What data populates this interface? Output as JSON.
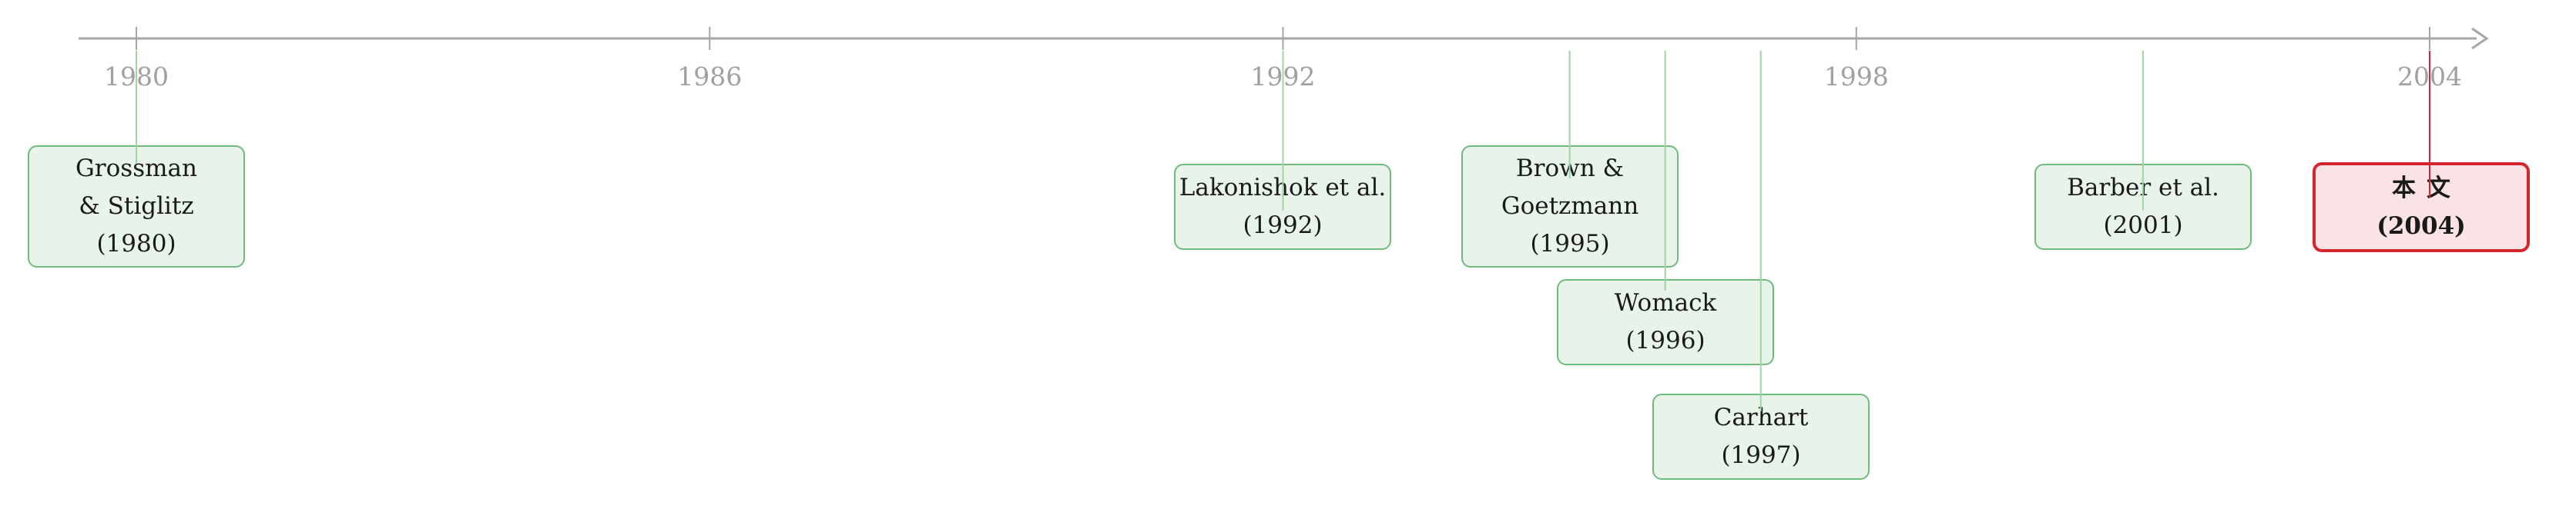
{
  "colors": {
    "axis": "#a6a6a6",
    "year_label": "#a0a0a0",
    "event_fill": "#e8f3ea",
    "event_border": "#6fbb7c",
    "event_connector": "#9fd3a8",
    "highlight_fill": "#f9e3e5",
    "highlight_border": "#d3262f"
  },
  "timeline": {
    "start_year": 1980,
    "end_year": 2004,
    "year_labels": [
      "1980",
      "1986",
      "1992",
      "1998",
      "2004"
    ]
  },
  "events": [
    {
      "id": "grossman-stiglitz",
      "year": 1980,
      "lines": [
        "Grossman",
        "& Stiglitz",
        "(1980)"
      ],
      "highlight": false
    },
    {
      "id": "lakonishok",
      "year": 1992,
      "lines": [
        "Lakonishok et al.",
        "(1992)"
      ],
      "highlight": false
    },
    {
      "id": "brown-goetzmann",
      "year": 1995,
      "lines": [
        "Brown &",
        "Goetzmann",
        "(1995)"
      ],
      "highlight": false
    },
    {
      "id": "womack",
      "year": 1996,
      "lines": [
        "Womack",
        "(1996)"
      ],
      "highlight": false
    },
    {
      "id": "carhart",
      "year": 1997,
      "lines": [
        "Carhart",
        "(1997)"
      ],
      "highlight": false
    },
    {
      "id": "barber",
      "year": 2001,
      "lines": [
        "Barber et al.",
        "(2001)"
      ],
      "highlight": false
    },
    {
      "id": "this-paper",
      "year": 2004,
      "lines": [
        "本文",
        "(2004)"
      ],
      "highlight": true
    }
  ]
}
